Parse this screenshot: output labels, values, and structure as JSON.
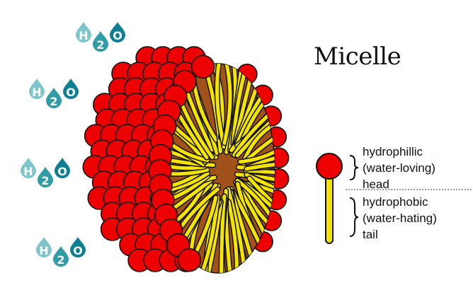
{
  "title": "Micelle",
  "colors": {
    "head": "#ee0000",
    "head_stroke": "#111111",
    "tail": "#f5e400",
    "tail_stroke": "#111111",
    "core": "#a0521a",
    "water_light": "#7ec6cc",
    "water_mid": "#2f9ca6",
    "water_dark": "#0e7f92"
  },
  "water": {
    "h_label": "H",
    "subscript": "2",
    "o_label": "O",
    "count": 4
  },
  "legend": {
    "head_lines": [
      "hydrophillic",
      "(water-loving)",
      "head"
    ],
    "tail_lines": [
      "hydrophobic",
      "(water-hating)",
      "tail"
    ]
  }
}
